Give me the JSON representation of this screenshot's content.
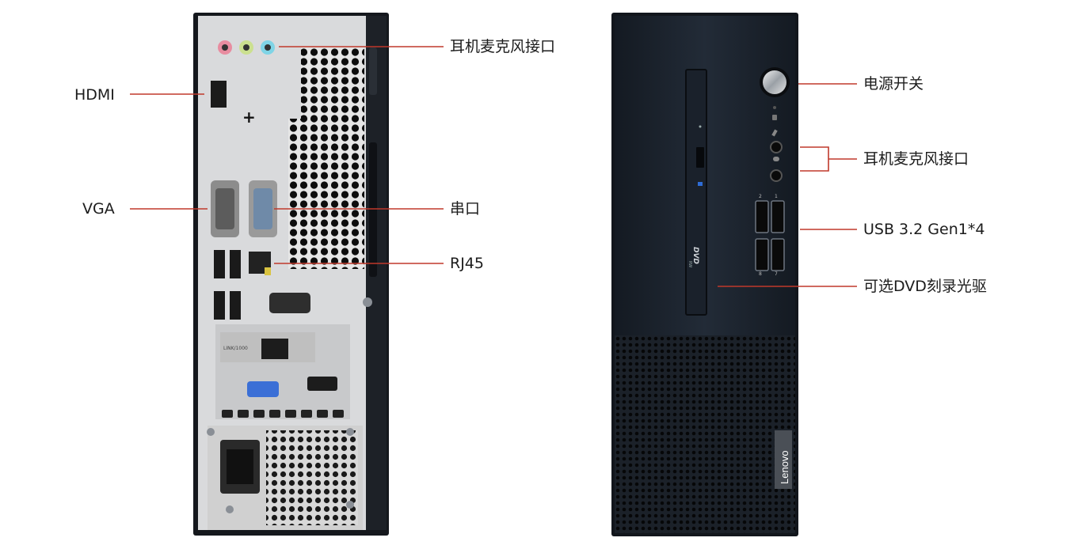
{
  "rear_labels": {
    "audio": "耳机麦克风接口",
    "hdmi": "HDMI",
    "vga": "VGA",
    "serial": "串口",
    "rj45": "RJ45"
  },
  "front_labels": {
    "power": "电源开关",
    "audio": "耳机麦克风接口",
    "usb": "USB 3.2 Gen1*4",
    "dvd": "可选DVD刻录光驱"
  },
  "device_markings": {
    "brand": "Lenovo",
    "dvd_logo": "DVD",
    "dvd_sub": "RW",
    "usb_nums": [
      "2",
      "1",
      "8",
      "7"
    ],
    "lan_label": "LINK/1000"
  },
  "colors": {
    "callout_line": "#c0392b",
    "chassis": "#15181d",
    "front_panel": "#1c2430",
    "rear_plate": "#d9dadc"
  }
}
